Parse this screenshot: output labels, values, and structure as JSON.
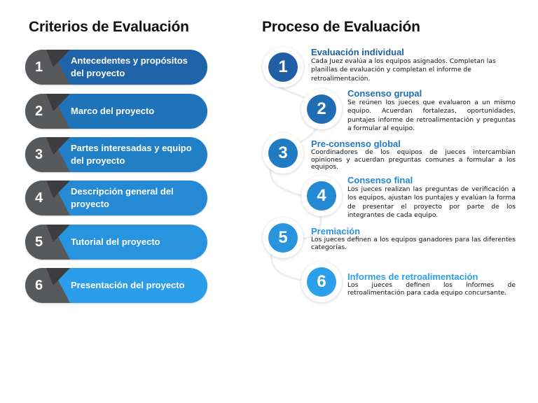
{
  "criteria": {
    "title": "Criterios de Evaluación",
    "items": [
      {
        "number": "1",
        "label": "Antecedentes y propósitos del proyecto",
        "color": "#1f64a8"
      },
      {
        "number": "2",
        "label": "Marco del proyecto",
        "color": "#1f73b8"
      },
      {
        "number": "3",
        "label": "Partes interesadas y equipo del proyecto",
        "color": "#217fc6"
      },
      {
        "number": "4",
        "label": "Descripción general del proyecto",
        "color": "#2589d3"
      },
      {
        "number": "5",
        "label": "Tutorial del proyecto",
        "color": "#2893de"
      },
      {
        "number": "6",
        "label": "Presentación del proyecto",
        "color": "#2c9ee9"
      }
    ]
  },
  "process": {
    "title": "Proceso de Evaluación",
    "steps": [
      {
        "number": "1",
        "title": "Evaluación individual",
        "description": "Cada Juez evalúa a los equipos asignados. Completan las planillas de evaluación y completan el informe de retroalimentación.",
        "color": "#1f5fa3"
      },
      {
        "number": "2",
        "title": "Consenso grupal",
        "description": "Se reúnen los jueces que evaluaron a un mismo equipo. Acuerdan fortalezas, oportunidades, puntajes informe de retroalimentación y preguntas a formular al equipo.",
        "color": "#1f6db2"
      },
      {
        "number": "3",
        "title": "Pre-consenso global",
        "description": "Coordinadores de los equipos de jueces intercambian opiniones y acuerdan preguntas comunes a formular a los equipos.",
        "color": "#217bc2"
      },
      {
        "number": "4",
        "title": "Consenso final",
        "description": "Los jueces realizan las preguntas de verificación a los equipos, ajustan los puntajes y evalúan la forma de presentar el proyecto por parte de los integrantes de cada equipo.",
        "color": "#2488d2"
      },
      {
        "number": "5",
        "title": "Premiación",
        "description": "Los jueces definen a los equipos ganadores para las diferentes categorías.",
        "color": "#2894de"
      },
      {
        "number": "6",
        "title": "Informes de retroalimentación",
        "description": "Los jueces definen los informes de retroalimentación para cada equipo concursante.",
        "color": "#2c9fea"
      }
    ]
  }
}
